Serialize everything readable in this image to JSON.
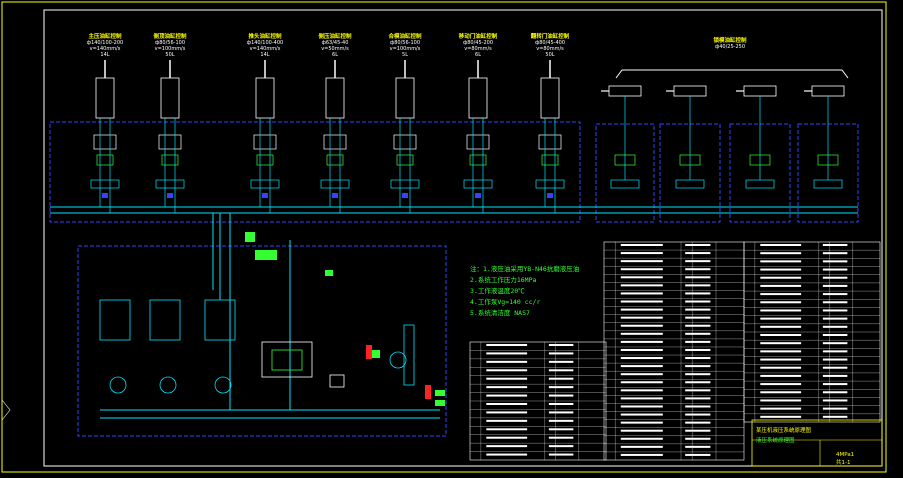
{
  "drawing": {
    "border_color": "#ffff00",
    "circuit_border_color": "#3344ff",
    "hydraulic_color": "#00e5ff",
    "valve_color": "#33ff33",
    "accent_color": "#ff2222"
  },
  "cylinders": [
    {
      "title": "主压油缸控制",
      "spec": "ф140/100-200",
      "sub": "v=140mm/s",
      "pos": "14L"
    },
    {
      "title": "侧顶油缸控制",
      "spec": "ф80/56-100",
      "sub": "v=100mm/s",
      "pos": "50L"
    },
    {
      "title": "推头油缸控制",
      "spec": "ф140/100-400",
      "sub": "v=140mm/s",
      "pos": "14L"
    },
    {
      "title": "侧压油缸控制",
      "spec": "ф63/45-40",
      "sub": "v=50mm/s",
      "pos": "6L"
    },
    {
      "title": "合模油缸控制",
      "spec": "ф80/56-100",
      "sub": "v=100mm/s",
      "pos": "5L"
    },
    {
      "title": "移动门油缸控制",
      "spec": "ф80/45-200",
      "sub": "v=80mm/s",
      "pos": "6L"
    },
    {
      "title": "翻转门油缸控制",
      "spec": "ф80/45-400",
      "sub": "v=80mm/s",
      "pos": "50L"
    },
    {
      "title": "锁模油缸控制",
      "spec": "ф40/25-250",
      "sub": "",
      "pos": ""
    }
  ],
  "notes": [
    "注：1.液压油采用YB-N46抗磨液压油",
    "2.系统工作压力16MPa",
    "3.工作液温度20℃",
    "4.工作泵Vg=140 cc/r",
    "5.系统清洁度 NAS7"
  ],
  "title_block": {
    "project": "某压机液压系统原理图",
    "company": "液压系统原理图",
    "sheet": "4MPa1共1-1"
  }
}
